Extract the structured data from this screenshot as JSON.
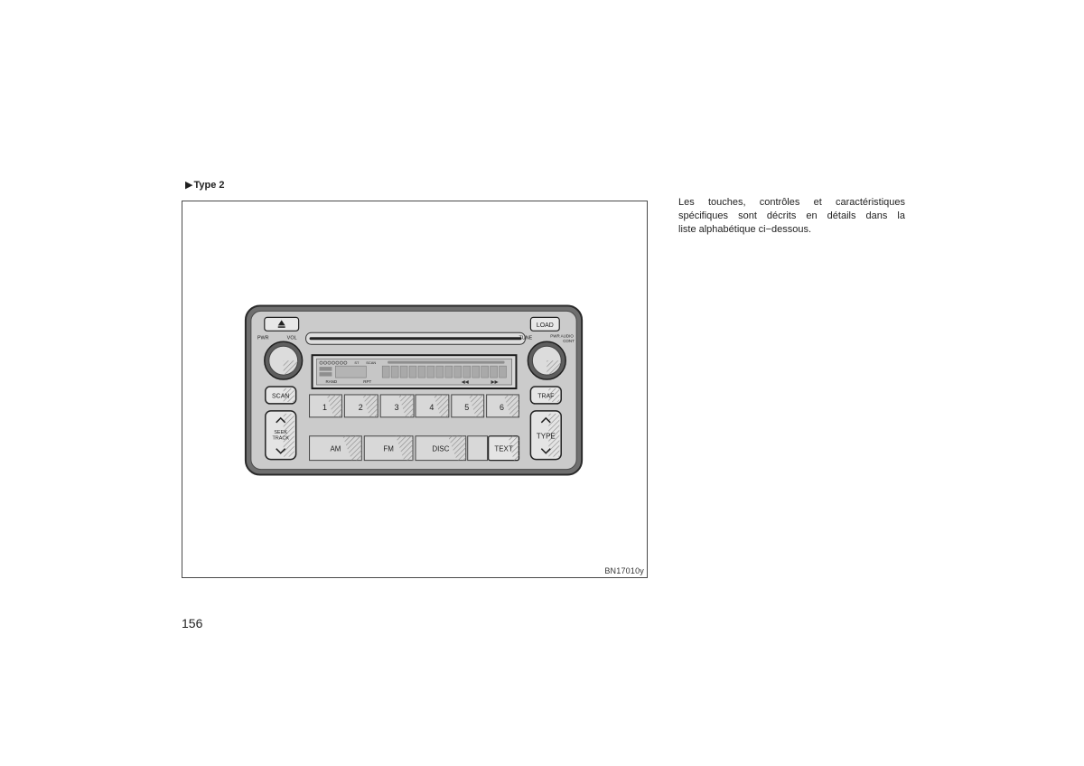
{
  "heading": {
    "marker": "▶",
    "text": "Type 2"
  },
  "body": {
    "lines": [
      "Les touches, contrôles et caractéristiques",
      "spécifiques sont décrits en détails dans la",
      "liste alphabétique ci−dessous."
    ]
  },
  "figure": {
    "code": "BN17010y"
  },
  "page": {
    "number": "156"
  },
  "radio": {
    "load": "LOAD",
    "left_knob": {
      "pwr": "PWR",
      "vol": "VOL"
    },
    "right_knob": {
      "tune": "TUNE",
      "audio": "PWR AUDIO",
      "cont": "CONT"
    },
    "scan": "SCAN",
    "traf": "TRAF",
    "seek": "SEEK",
    "track": "TRACK",
    "type": "TYPE",
    "presets": [
      "1",
      "2",
      "3",
      "4",
      "5",
      "6"
    ],
    "sources": [
      "AM",
      "FM",
      "DISC",
      "TEXT"
    ],
    "display": {
      "st": "ST",
      "scan": "SCAN",
      "rand": "RAND",
      "rpt": "RPT"
    }
  },
  "icons": [
    "heading-marker-icon",
    "eject-icon",
    "chevron-up-icon",
    "chevron-down-icon",
    "rewind-icon",
    "fast-forward-icon"
  ],
  "colors": {
    "text": "#1e1e1e",
    "radio_rim": "#6f6f6f",
    "radio_face": "#cbcbcb",
    "button": "#e4e4e4"
  }
}
